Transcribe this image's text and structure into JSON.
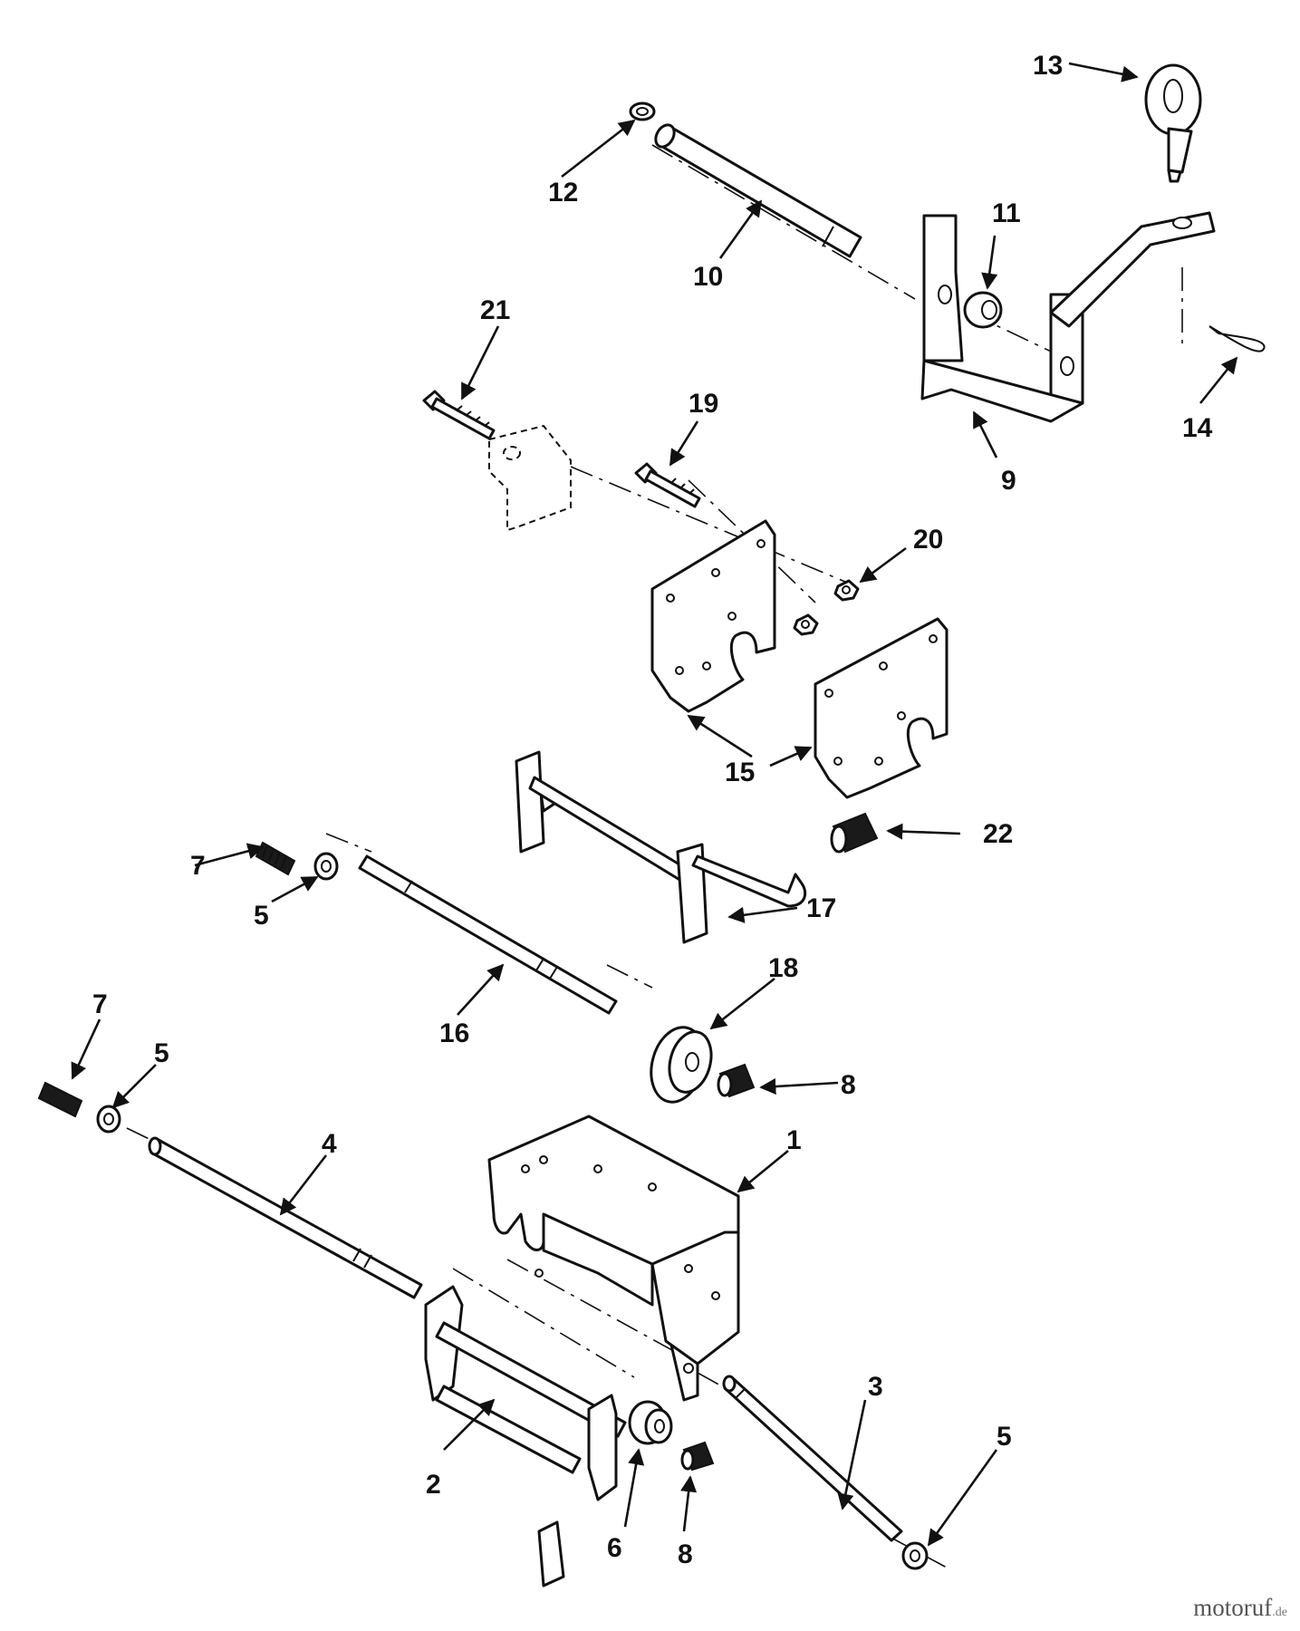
{
  "callouts": [
    "1",
    "2",
    "3",
    "4",
    "5",
    "5",
    "5",
    "6",
    "7",
    "7",
    "8",
    "8",
    "9",
    "10",
    "11",
    "12",
    "13",
    "14",
    "15",
    "15",
    "16",
    "17",
    "18",
    "19",
    "20",
    "21",
    "22"
  ],
  "watermark": {
    "text": "motoruf",
    "suffix": ".de"
  }
}
